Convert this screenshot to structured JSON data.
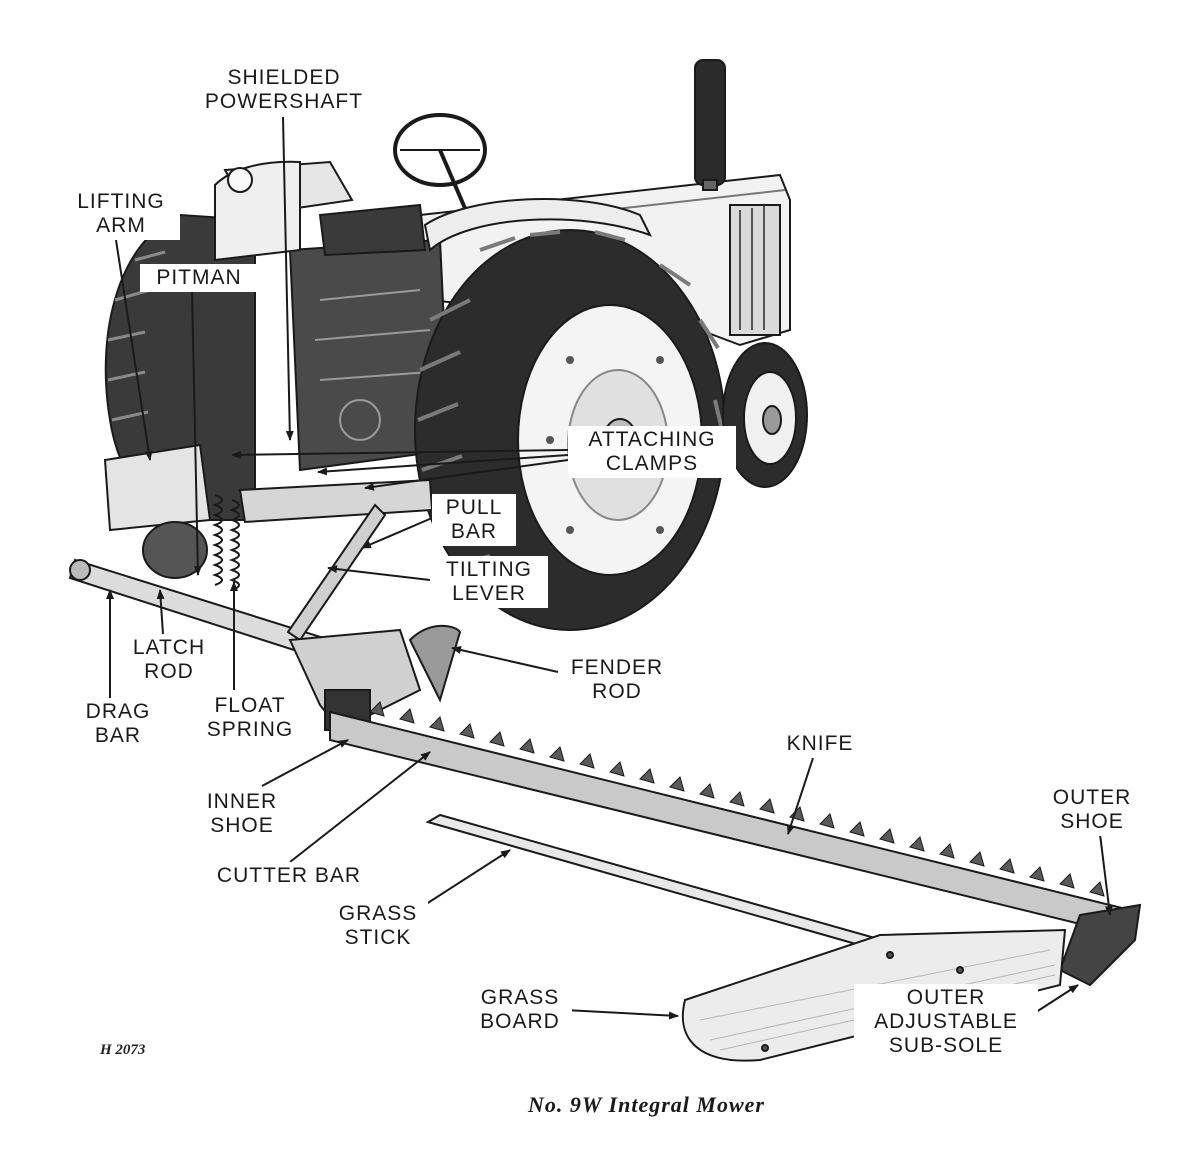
{
  "labels": {
    "shielded_powershaft": "SHIELDED\nPOWERSHAFT",
    "lifting_arm": "LIFTING\nARM",
    "pitman": "PITMAN",
    "attaching_clamps": "ATTACHING\nCLAMPS",
    "pull_bar": "PULL\nBAR",
    "tilting_lever": "TILTING\nLEVER",
    "latch_rod": "LATCH\nROD",
    "fender_rod": "FENDER\nROD",
    "drag_bar": "DRAG\nBAR",
    "float_spring": "FLOAT\nSPRING",
    "knife": "KNIFE",
    "outer_shoe": "OUTER\nSHOE",
    "inner_shoe": "INNER\nSHOE",
    "cutter_bar": "CUTTER BAR",
    "grass_stick": "GRASS\nSTICK",
    "grass_board": "GRASS\nBOARD",
    "outer_adjustable_sub_sole": "OUTER\nADJUSTABLE\nSUB-SOLE"
  },
  "figure_code": "H 2073",
  "caption": "No. 9W Integral Mower"
}
